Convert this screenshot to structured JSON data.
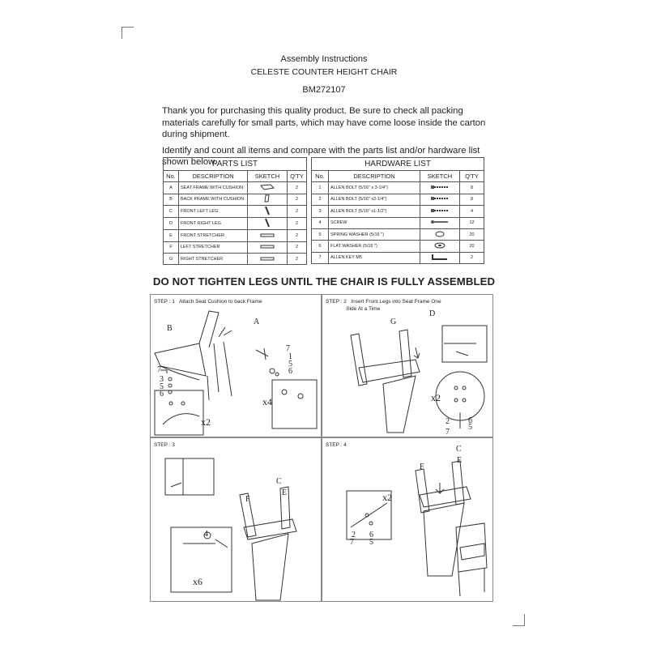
{
  "header": {
    "line1": "Assembly Instructions",
    "line2": "CELESTE COUNTER HEIGHT CHAIR",
    "line3": "BM272107"
  },
  "intro": {
    "p1": "Thank you for purchasing this quality product. Be sure to check all packing materials carefully for small parts, which may have come loose inside the carton during shipment.",
    "p2": "Identify and count all items and compare with the parts list and/or hardware list shown below."
  },
  "parts_list": {
    "title": "PARTS LIST",
    "headers": [
      "No.",
      "DESCRIPTION",
      "SKETCH",
      "Q'TY"
    ],
    "rows": [
      {
        "no": "A",
        "desc": "SEAT FRAME WITH CUSHION",
        "qty": "2",
        "icon": "seat-frame-icon"
      },
      {
        "no": "B",
        "desc": "BACK FRAME WITH CUSHION",
        "qty": "2",
        "icon": "back-frame-icon"
      },
      {
        "no": "C",
        "desc": "FRONT LEFT LEG",
        "qty": "2",
        "icon": "leg-icon"
      },
      {
        "no": "D",
        "desc": "FRONT RIGHT LEG",
        "qty": "2",
        "icon": "leg-icon"
      },
      {
        "no": "E",
        "desc": "FRONT STRETCHER",
        "qty": "2",
        "icon": "stretcher-icon"
      },
      {
        "no": "F",
        "desc": "LEFT STRETCHER",
        "qty": "2",
        "icon": "stretcher-icon"
      },
      {
        "no": "G",
        "desc": "RIGHT STRETCHER",
        "qty": "2",
        "icon": "stretcher-icon"
      }
    ]
  },
  "hardware_list": {
    "title": "HARDWARE LIST",
    "headers": [
      "No.",
      "DESCRIPTION",
      "SKETCH",
      "Q'TY"
    ],
    "rows": [
      {
        "no": "1",
        "desc": "ALLEN BOLT (5/16\" x 3-1/4\")",
        "qty": "8",
        "icon": "bolt-icon"
      },
      {
        "no": "2",
        "desc": "ALLEN BOLT (5/16\" x2-1/4\")",
        "qty": "8",
        "icon": "bolt-icon"
      },
      {
        "no": "3",
        "desc": "ALLEN BOLT (5/16\" x1-1/2\")",
        "qty": "4",
        "icon": "bolt-icon"
      },
      {
        "no": "4",
        "desc": "SCREW",
        "qty": "12",
        "icon": "screw-icon"
      },
      {
        "no": "5",
        "desc": "SPRING WASHER (5/16 \")",
        "qty": "20",
        "icon": "spring-washer-icon"
      },
      {
        "no": "6",
        "desc": "FLAT WASHER (5/16 \")",
        "qty": "20",
        "icon": "flat-washer-icon"
      },
      {
        "no": "7",
        "desc": "ALLEN KEY M5",
        "qty": "2",
        "icon": "allen-key-icon"
      }
    ]
  },
  "warning": "DO NOT TIGHTEN LEGS UNTIL THE CHAIR IS FULLY ASSEMBLED",
  "steps": [
    {
      "title": "STEP : 1   Attach Seat Cushion to back Frame",
      "labels": {
        "b": "B",
        "a": "A",
        "n7a": "7",
        "n3": "3",
        "n5a": "5",
        "n6a": "6",
        "r7": "7",
        "r1": "1",
        "r5": "5",
        "r6": "6",
        "x4": "x4",
        "x2": "x2"
      }
    },
    {
      "title": "STEP : 2   Insert Front Legs into Seat Frame One\n              Side At a Time",
      "labels": {
        "g": "G",
        "d": "D",
        "x2": "x2",
        "n2": "2",
        "n6": "6",
        "n5": "5",
        "n7": "7"
      }
    },
    {
      "title": "STEP : 3",
      "labels": {
        "c": "C",
        "f": "F",
        "e": "E",
        "n4": "4",
        "x6": "x6"
      }
    },
    {
      "title": "STEP : 4",
      "labels": {
        "c": "C",
        "e": "E",
        "f": "F",
        "x2": "x2",
        "n2": "2",
        "n6": "6",
        "n7": "7",
        "n5": "5"
      }
    }
  ]
}
